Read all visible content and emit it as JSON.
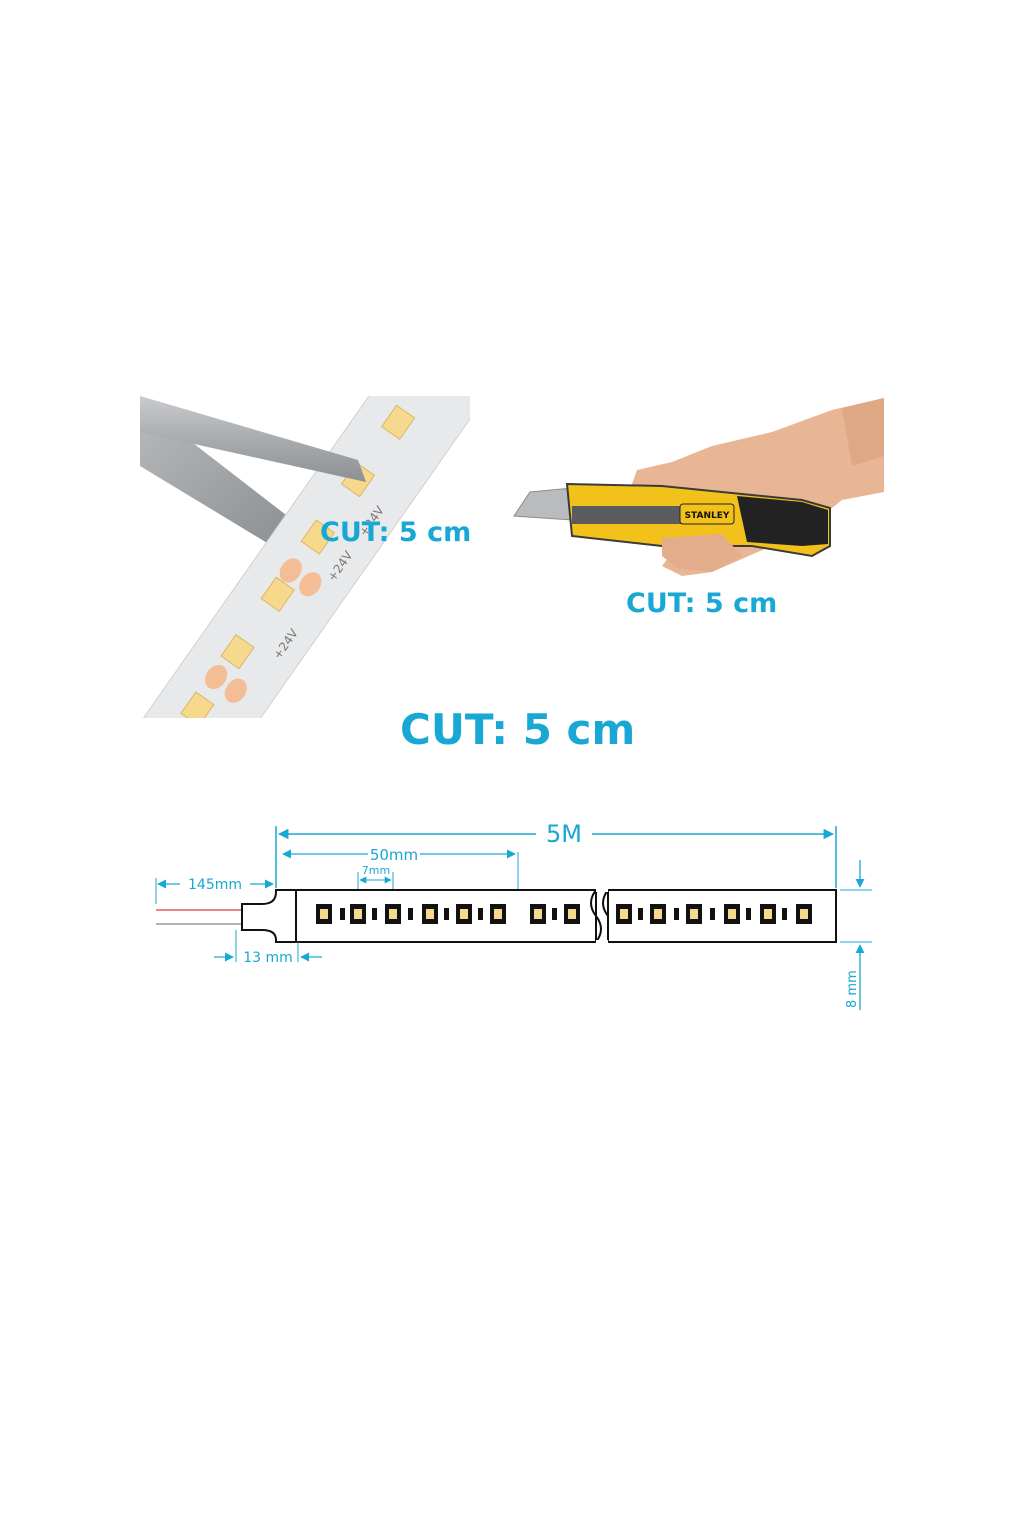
{
  "photo_left": {
    "strip_label": "+24V",
    "cut_label": "CUT: 5 cm"
  },
  "photo_right": {
    "brand": "STANLEY",
    "cut_label": "CUT: 5 cm"
  },
  "headline": "CUT: 5 cm",
  "diagram": {
    "total_length": "5M",
    "segment_length": "50mm",
    "led_pitch": "7mm",
    "wire_length": "145mm",
    "end_cap_length": "13 mm",
    "strip_width": "8 mm"
  },
  "colors": {
    "accent": "#19a7d4",
    "led_warm": "#f6d98c",
    "pad": "#f3bd96",
    "tape": "#e9eaea",
    "knife_yellow": "#f3c21a"
  }
}
